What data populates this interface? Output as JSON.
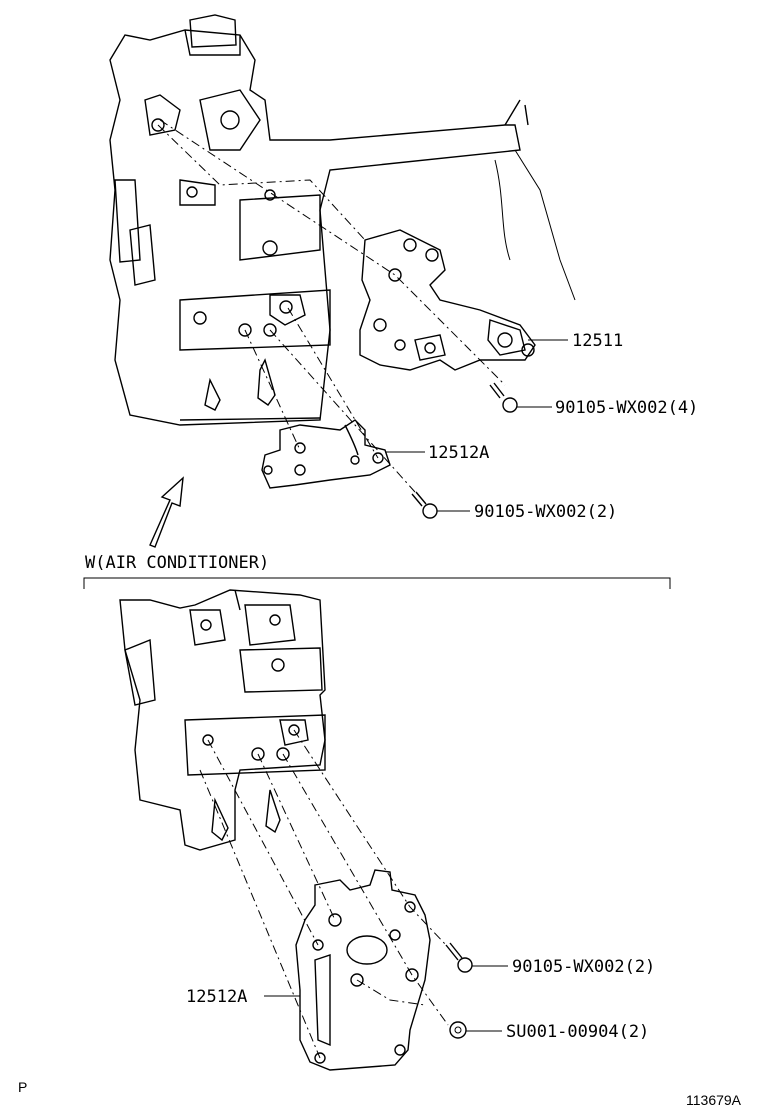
{
  "labels": {
    "p12511": "12511",
    "bolt_upper": "90105-WX002(4)",
    "p12512a_upper": "12512A",
    "bolt_mid": "90105-WX002(2)",
    "section_title": "W(AIR CONDITIONER)",
    "bolt_lower": "90105-WX002(2)",
    "nut_lower": "SU001-00904(2)",
    "p12512a_lower": "12512A",
    "corner_mark": "P",
    "figure_id": "113679A"
  }
}
